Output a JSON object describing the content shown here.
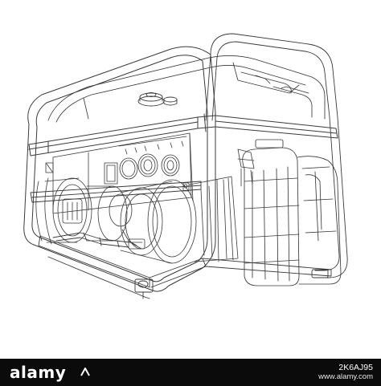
{
  "footer": {
    "brand": "alamy",
    "image_id": "2K6AJ95",
    "site": "www.alamy.com"
  },
  "colors": {
    "background": "#ffffff",
    "line": "#3a3a3a",
    "footer_bg": "#0b0b0b",
    "footer_text": "#ffffff"
  },
  "illustration": {
    "icon": "portable-generator-wireframe"
  }
}
